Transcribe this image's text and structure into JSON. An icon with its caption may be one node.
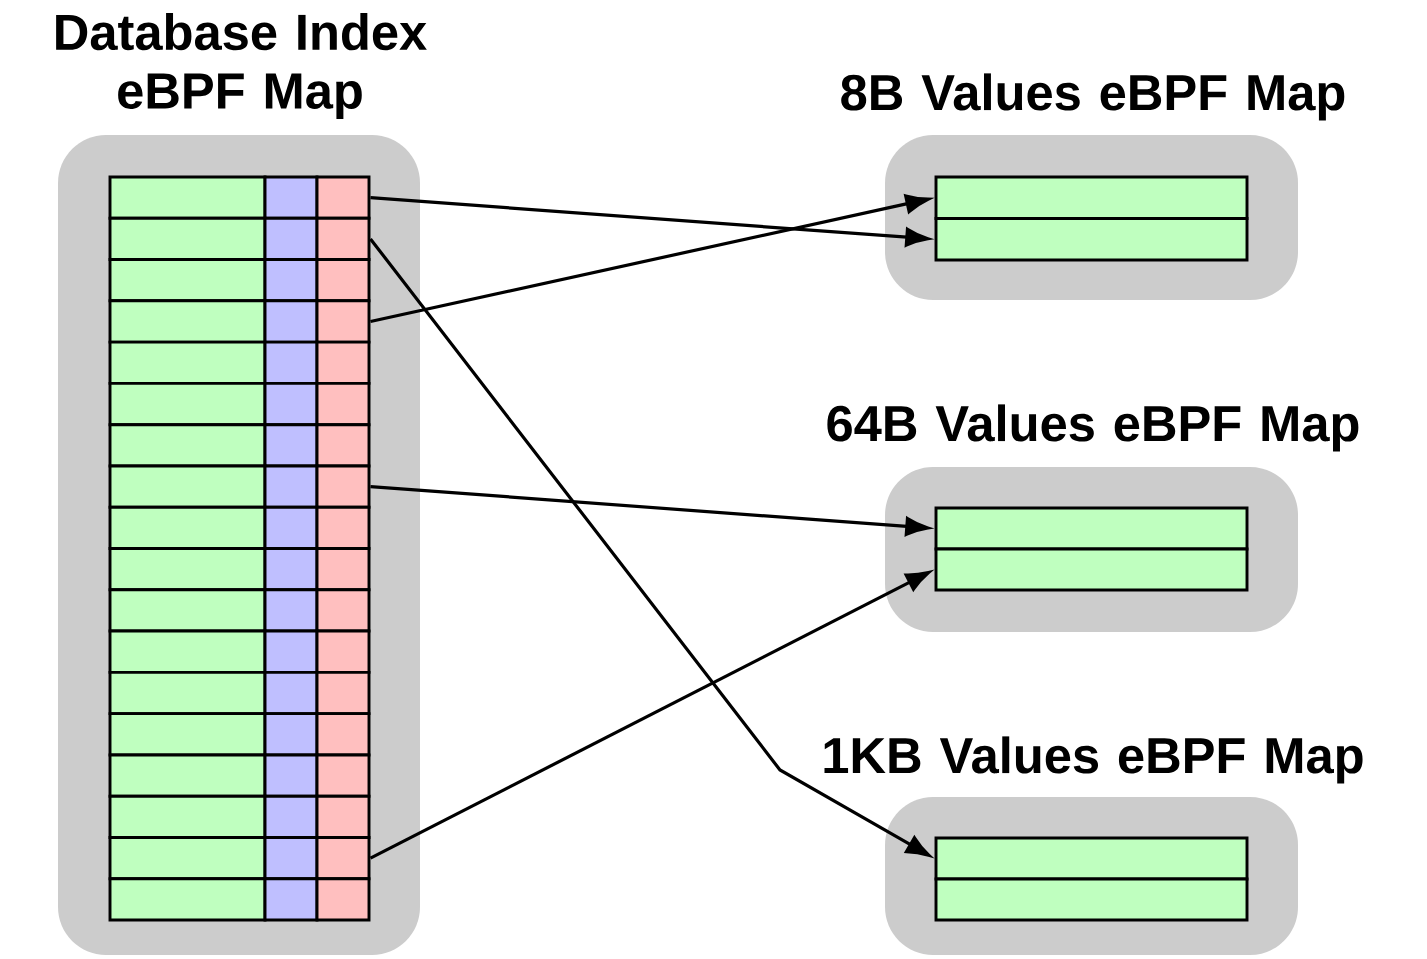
{
  "diagram": {
    "nodes": [
      {
        "text": [
          "Database Index eBPF Map"
        ]
      },
      {
        "text": [],
        "shape": "box",
        "in": 0
      },
      {
        "text": [],
        "shape": "box",
        "in": 0
      },
      {
        "text": [],
        "shape": "box",
        "in": 0
      },
      {
        "text": [],
        "shape": "box",
        "in": 0
      },
      {
        "text": [],
        "shape": "box",
        "in": 0
      },
      {
        "text": [],
        "shape": "box",
        "in": 0
      },
      {
        "text": [],
        "shape": "box",
        "in": 0
      },
      {
        "text": [],
        "shape": "box",
        "in": 0
      },
      {
        "text": [],
        "shape": "box",
        "in": 0
      },
      {
        "text": [],
        "shape": "box",
        "in": 0
      },
      {
        "text": [],
        "shape": "box",
        "in": 0
      },
      {
        "text": [],
        "shape": "box",
        "in": 0
      },
      {
        "text": [],
        "shape": "box",
        "in": 0
      },
      {
        "text": [],
        "shape": "box",
        "in": 0
      },
      {
        "text": [],
        "shape": "box",
        "in": 0
      },
      {
        "text": [],
        "shape": "box",
        "in": 0
      },
      {
        "text": [],
        "shape": "box",
        "in": 0
      },
      {
        "text": [],
        "shape": "box",
        "in": 0
      },
      {
        "text": [],
        "shape": "box",
        "in": 0
      },
      {
        "text": [],
        "shape": "box",
        "in": 0
      },
      {
        "text": [],
        "shape": "box",
        "in": 0
      },
      {
        "text": [],
        "shape": "box",
        "in": 0
      },
      {
        "text": [],
        "shape": "box",
        "in": 0
      },
      {
        "text": [],
        "shape": "box",
        "in": 0
      },
      {
        "text": [],
        "shape": "box",
        "in": 0
      },
      {
        "text": [],
        "shape": "box",
        "in": 0
      },
      {
        "text": [],
        "shape": "box",
        "in": 0
      },
      {
        "text": [],
        "shape": "box",
        "in": 0
      },
      {
        "text": [],
        "shape": "box",
        "in": 0
      },
      {
        "text": [],
        "shape": "box",
        "in": 0
      },
      {
        "text": [],
        "shape": "box",
        "in": 0
      },
      {
        "text": [],
        "shape": "box",
        "in": 0
      },
      {
        "text": [],
        "shape": "box",
        "in": 0
      },
      {
        "text": [],
        "shape": "box",
        "in": 0
      },
      {
        "text": [],
        "shape": "box",
        "in": 0
      },
      {
        "text": [],
        "shape": "box",
        "in": 0
      },
      {
        "text": [],
        "shape": "box",
        "in": 0
      },
      {
        "text": [],
        "shape": "box",
        "in": 0
      },
      {
        "text": [],
        "shape": "box",
        "in": 0
      },
      {
        "text": [],
        "shape": "box",
        "in": 0
      },
      {
        "text": [],
        "shape": "box",
        "in": 0
      },
      {
        "text": [],
        "shape": "box",
        "in": 0
      },
      {
        "text": [],
        "shape": "box",
        "in": 0
      },
      {
        "text": [],
        "shape": "box",
        "in": 0
      },
      {
        "text": [],
        "shape": "box",
        "in": 0
      },
      {
        "text": [],
        "shape": "box",
        "in": 0
      },
      {
        "text": [],
        "shape": "box",
        "in": 0
      },
      {
        "text": [],
        "shape": "box",
        "in": 0
      },
      {
        "text": [],
        "shape": "box",
        "in": 0
      },
      {
        "text": [],
        "shape": "box",
        "in": 0
      },
      {
        "text": [],
        "shape": "box",
        "in": 0
      },
      {
        "text": [],
        "shape": "box",
        "in": 0
      },
      {
        "text": [],
        "shape": "box",
        "in": 0
      },
      {
        "text": [],
        "shape": "box",
        "in": 0
      },
      {
        "text": [
          "8B Values eBPF Map"
        ]
      },
      {
        "text": [],
        "shape": "box",
        "in": 55
      },
      {
        "text": [],
        "shape": "box",
        "in": 55
      },
      {
        "text": [
          "64B Values eBPF Map"
        ]
      },
      {
        "text": [],
        "shape": "box",
        "in": 58
      },
      {
        "text": [],
        "shape": "box",
        "in": 58
      },
      {
        "text": [
          "1KB Values eBPF Map"
        ]
      },
      {
        "text": [],
        "shape": "box",
        "in": 61
      },
      {
        "text": [],
        "shape": "box",
        "in": 61
      }
    ],
    "edges": [
      {
        "from": 3,
        "to": 57,
        "arrow": "to"
      },
      {
        "from": 12,
        "to": 56,
        "arrow": "to"
      },
      {
        "from": 6,
        "to": 62,
        "arrow": "to"
      },
      {
        "from": 24,
        "to": 59,
        "arrow": "to"
      },
      {
        "from": 51,
        "to": 60,
        "arrow": "to"
      }
    ]
  }
}
